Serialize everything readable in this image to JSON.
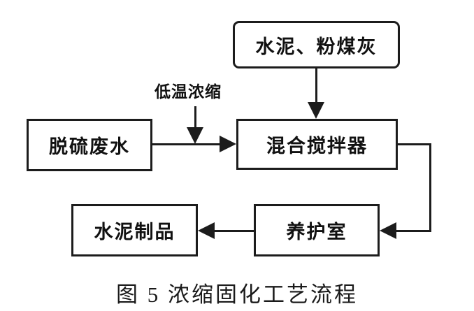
{
  "figure": {
    "caption": "图 5 浓缩固化工艺流程",
    "annotation": "低温浓缩",
    "nodes": {
      "cement_flyash": {
        "label": "水泥、粉煤灰"
      },
      "wastewater": {
        "label": "脱硫废水"
      },
      "mixer": {
        "label": "混合搅拌器"
      },
      "curing_room": {
        "label": "养护室"
      },
      "cement_products": {
        "label": "水泥制品"
      }
    },
    "edges": [
      {
        "from": "cement_flyash",
        "to": "mixer"
      },
      {
        "from": "wastewater",
        "to": "mixer",
        "via_annotation": "低温浓缩"
      },
      {
        "from": "mixer",
        "to": "curing_room"
      },
      {
        "from": "curing_room",
        "to": "cement_products"
      }
    ],
    "colors": {
      "stroke": "#1c1c1c",
      "text": "#111111",
      "background": "#ffffff"
    }
  }
}
